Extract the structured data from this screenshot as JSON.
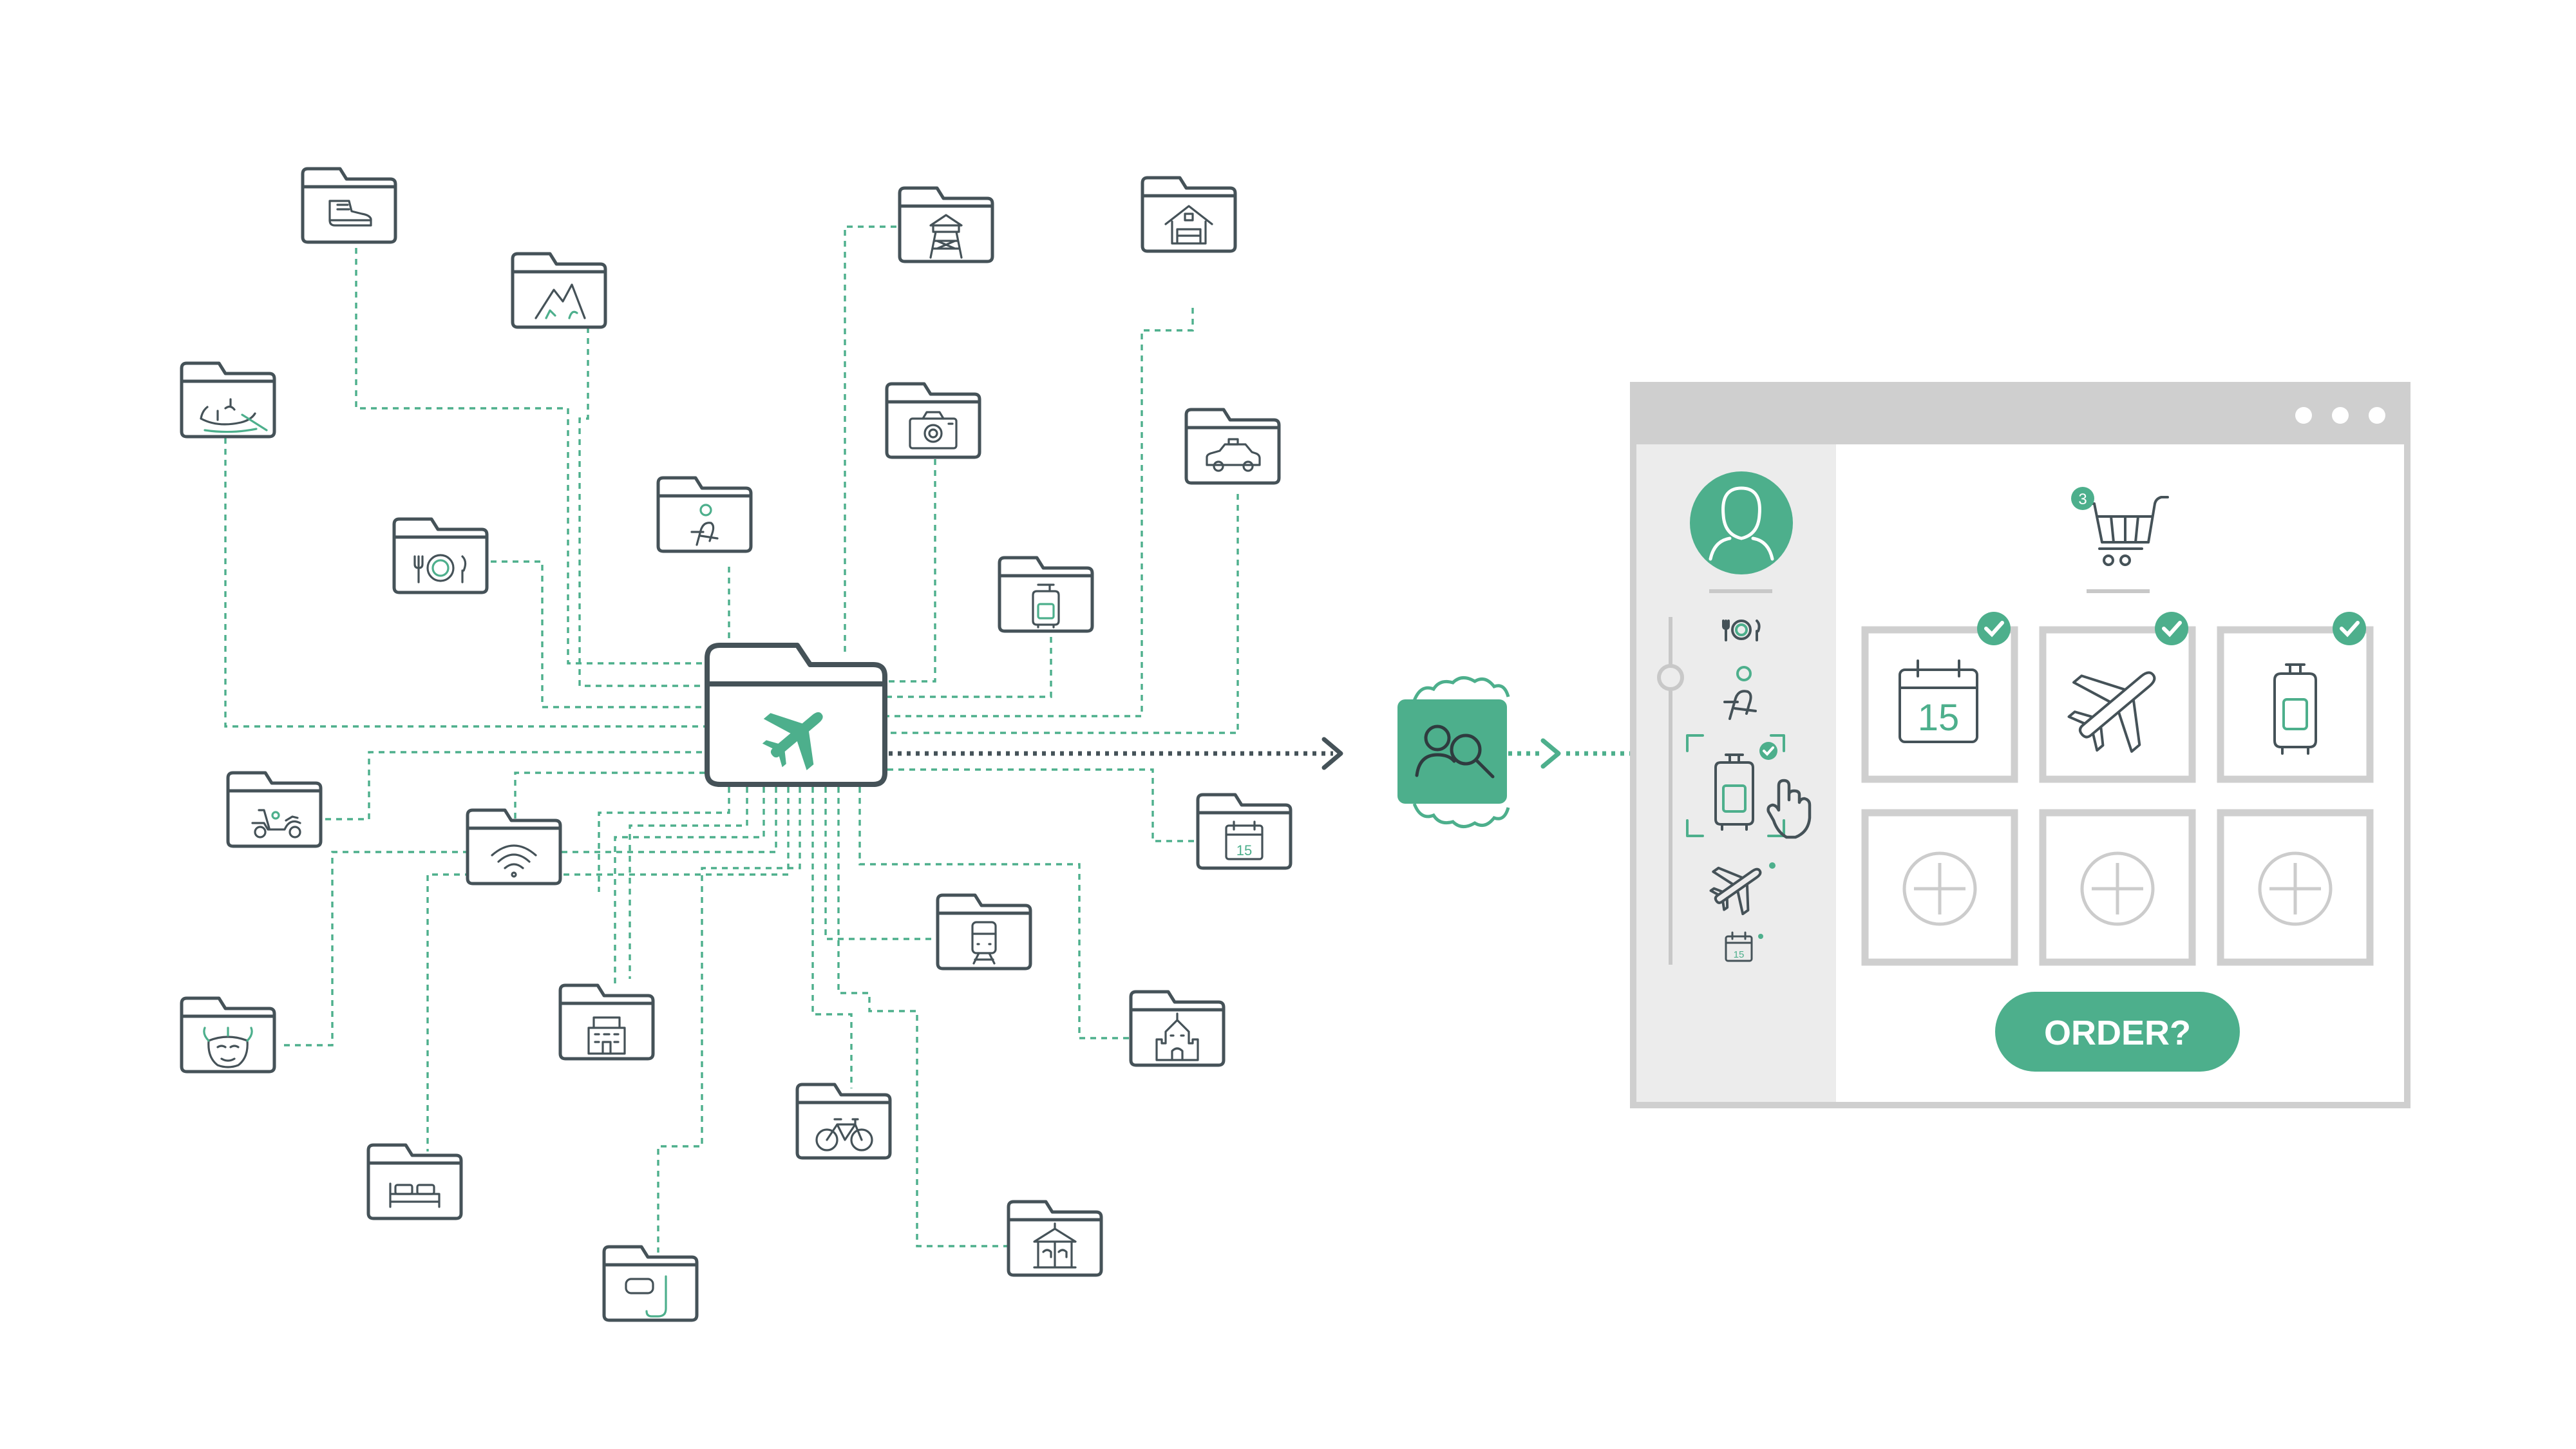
{
  "colors": {
    "accent": "#4daf8c",
    "dark": "#455258",
    "panel_gray": "#cfcfcf",
    "sidebar_gray": "#ececec"
  },
  "hub_folder": {
    "icon": "airplane-icon"
  },
  "folders": [
    {
      "name": "hiking-boot",
      "icon": "hiking-boot-icon"
    },
    {
      "name": "mountains",
      "icon": "mountains-icon"
    },
    {
      "name": "gondola",
      "icon": "gondola-icon"
    },
    {
      "name": "restaurant",
      "icon": "plate-cutlery-icon"
    },
    {
      "name": "beach-chair",
      "icon": "beach-chair-icon"
    },
    {
      "name": "lookout-tower",
      "icon": "lookout-tower-icon"
    },
    {
      "name": "camera",
      "icon": "camera-icon"
    },
    {
      "name": "chalet",
      "icon": "chalet-icon"
    },
    {
      "name": "taxi",
      "icon": "taxi-icon"
    },
    {
      "name": "luggage",
      "icon": "suitcase-icon"
    },
    {
      "name": "scooter",
      "icon": "scooter-icon"
    },
    {
      "name": "wifi",
      "icon": "wifi-icon"
    },
    {
      "name": "calendar",
      "icon": "calendar-icon",
      "text": "15"
    },
    {
      "name": "train",
      "icon": "train-icon"
    },
    {
      "name": "carnival-mask",
      "icon": "carnival-mask-icon"
    },
    {
      "name": "hotel",
      "icon": "hotel-icon"
    },
    {
      "name": "castle",
      "icon": "castle-icon"
    },
    {
      "name": "bed",
      "icon": "bed-icon"
    },
    {
      "name": "bicycle",
      "icon": "bicycle-icon"
    },
    {
      "name": "snorkel",
      "icon": "snorkel-icon"
    },
    {
      "name": "carousel",
      "icon": "carousel-icon"
    }
  ],
  "processor": {
    "icon": "search-people-gear-icon"
  },
  "app_window": {
    "window_dots": 3,
    "avatar_icon": "user-avatar-icon",
    "cart": {
      "icon": "shopping-cart-icon",
      "badge": "3"
    },
    "sidebar_icons": [
      "plate-cutlery-icon",
      "beach-chair-icon",
      "suitcase-icon",
      "airplane-icon",
      "calendar-icon"
    ],
    "sidebar_calendar_text": "15",
    "cart_slots": [
      {
        "icon": "calendar-icon",
        "text": "15",
        "checked": true
      },
      {
        "icon": "airplane-icon",
        "checked": true
      },
      {
        "icon": "suitcase-icon",
        "checked": true
      },
      {
        "icon": "plus-icon",
        "checked": false
      },
      {
        "icon": "plus-icon",
        "checked": false
      },
      {
        "icon": "plus-icon",
        "checked": false
      }
    ],
    "order_button": "ORDER?"
  }
}
